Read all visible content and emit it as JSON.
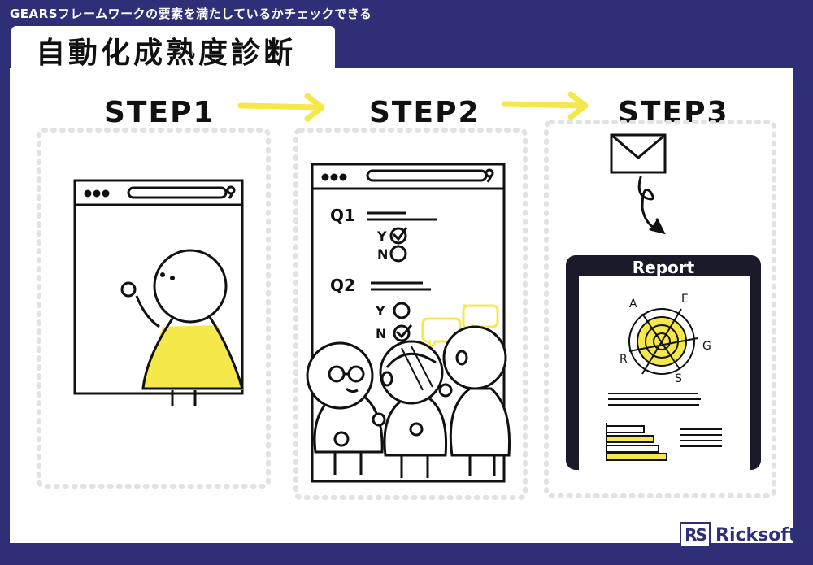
{
  "header": {
    "subtitle": "GEARSフレームワークの要素を満たしているかチェックできる",
    "title": "自動化成熟度診断"
  },
  "steps": [
    {
      "label": "STEP1"
    },
    {
      "label": "STEP2"
    },
    {
      "label": "STEP3"
    }
  ],
  "quiz": {
    "q1": "Q1",
    "q2": "Q2",
    "yes": "Y",
    "no": "N"
  },
  "report": {
    "title": "Report",
    "axes": [
      "A",
      "E",
      "G",
      "S",
      "R"
    ]
  },
  "brand": {
    "mark": "RS",
    "name": "Ricksoft"
  },
  "colors": {
    "background": "#2f2f78",
    "accent": "#f5e84a",
    "ink": "#111111"
  }
}
